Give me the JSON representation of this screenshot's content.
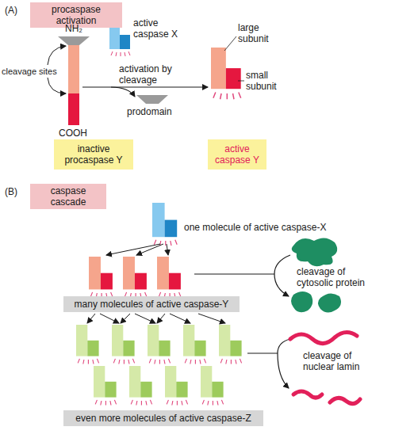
{
  "diagram": {
    "nodes": [
      {
        "text": [
          "procaspase activation"
        ]
      },
      {
        "text": [
          "inactive procaspase Y"
        ]
      },
      {
        "text": [
          "active caspase Y"
        ]
      },
      {
        "text": [
          "caspase cascade"
        ]
      },
      {
        "text": [
          "many molecules of active caspase-Y"
        ]
      },
      {
        "text": [
          "even more molecules of active caspase-Z"
        ]
      }
    ],
    "labels": [
      "(A)",
      "NH₂",
      "cleavage sites",
      "COOH",
      "active caspase X",
      "activation by cleavage",
      "prodomain",
      "large subunit",
      "small subunit",
      "(B)",
      "one molecule of active caspase-X",
      "cleavage of cytosolic protein",
      "cleavage of nuclear lamin"
    ]
  }
}
